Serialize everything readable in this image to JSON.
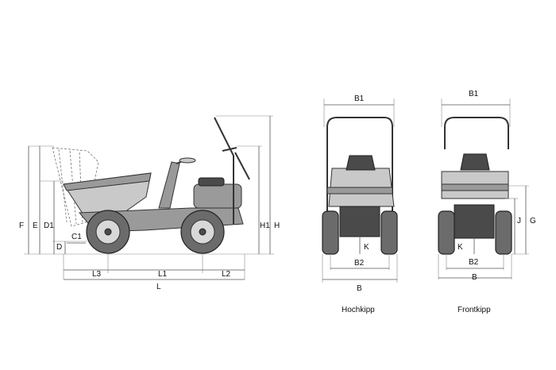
{
  "labels": {
    "side": {
      "F": "F",
      "E": "E",
      "D1": "D1",
      "D": "D",
      "C1": "C1",
      "H1": "H1",
      "H": "H",
      "L3": "L3",
      "L1": "L1",
      "L2": "L2",
      "L": "L"
    },
    "rear": {
      "B1": "B1",
      "K": "K",
      "B2": "B2",
      "B": "B"
    },
    "front": {
      "B1": "B1",
      "K": "K",
      "B2": "B2",
      "B": "B",
      "J": "J",
      "G": "G"
    }
  },
  "captions": {
    "rear": "Hochkipp",
    "front": "Frontkipp"
  }
}
